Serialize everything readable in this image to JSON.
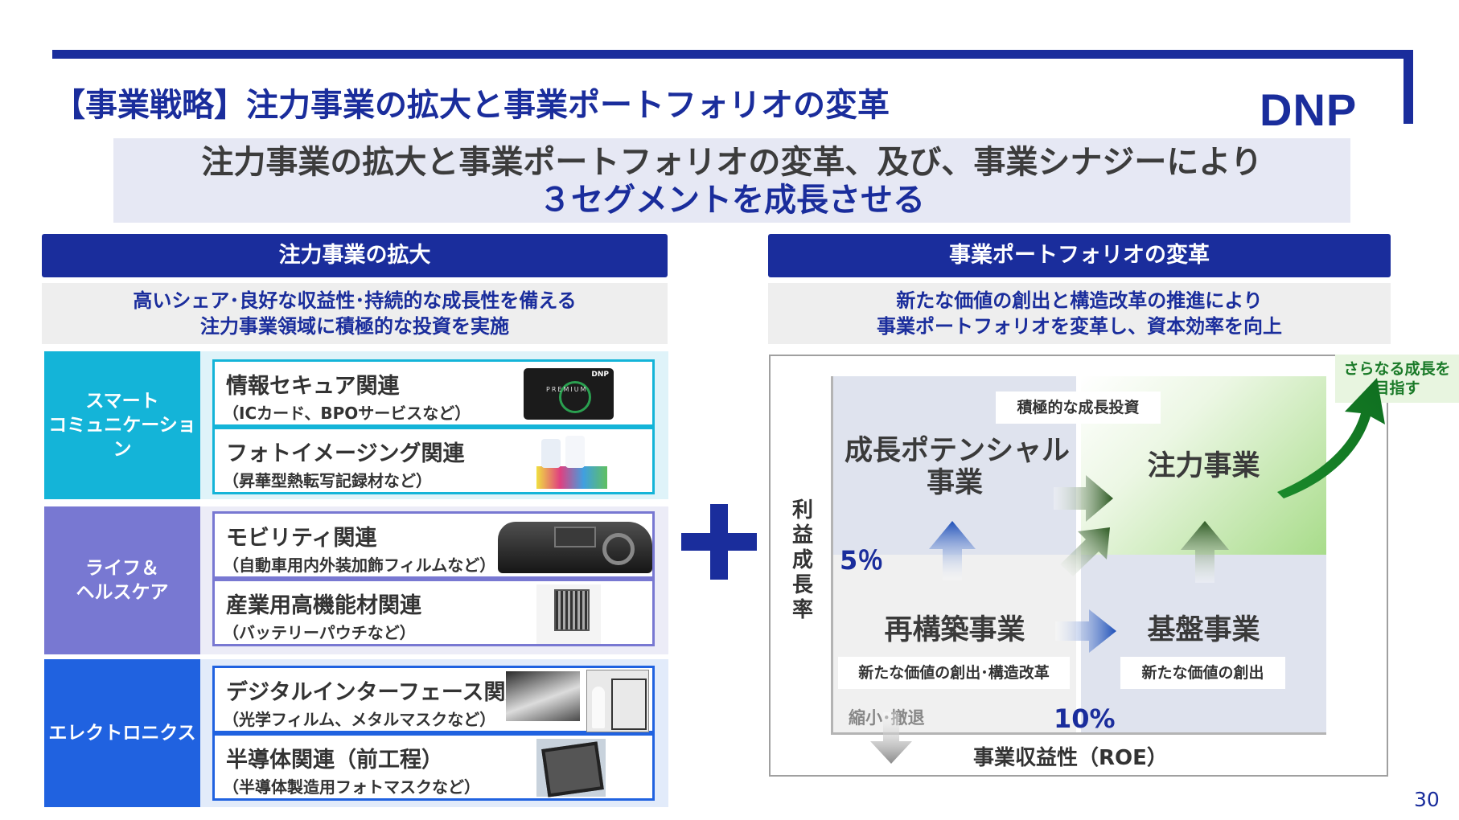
{
  "header": {
    "title": "【事業戦略】注力事業の拡大と事業ポートフォリオの変革",
    "logo": "DNP"
  },
  "headline": {
    "line1": "注力事業の拡大と事業ポートフォリオの変革、及び、事業シナジーにより",
    "line2": "３セグメントを成長させる"
  },
  "left": {
    "heading": "注力事業の拡大",
    "subtitle_line1": "高いシェア･良好な収益性･持続的な成長性を備える",
    "subtitle_line2": "注力事業領域に積極的な投資を実施",
    "segments": [
      {
        "name_line1": "スマート",
        "name_line2": "コミュニケーション",
        "items": [
          {
            "title": "情報セキュア関連",
            "sub": "（ICカード、BPOサービスなど）"
          },
          {
            "title": "フォトイメージング関連",
            "sub": "（昇華型熱転写記録材など）"
          }
        ]
      },
      {
        "name_line1": "ライフ＆",
        "name_line2": "ヘルスケア",
        "items": [
          {
            "title": "モビリティ関連",
            "sub": "（自動車用内外装加飾フィルムなど）"
          },
          {
            "title": "産業用高機能材関連",
            "sub": "（バッテリーパウチなど）"
          }
        ]
      },
      {
        "name_line1": "エレクトロニクス",
        "name_line2": "",
        "items": [
          {
            "title": "デジタルインターフェース関連",
            "sub": "（光学フィルム、メタルマスクなど）"
          },
          {
            "title": "半導体関連（前工程）",
            "sub": "（半導体製造用フォトマスクなど）"
          }
        ]
      }
    ],
    "card_logo": "DNP",
    "card_text": "PREMIUM"
  },
  "right": {
    "heading": "事業ポートフォリオの変革",
    "subtitle_line1": "新たな価値の創出と構造改革の推進により",
    "subtitle_line2": "事業ポートフォリオを変革し、資本効率を向上",
    "matrix": {
      "growth_potential_line1": "成長ポテンシャル",
      "growth_potential_line2": "事業",
      "focus": "注力事業",
      "rebuild": "再構築事業",
      "base": "基盤事業",
      "tag_invest": "積極的な成長投資",
      "tag_rebuild": "新たな価値の創出･構造改革",
      "tag_base": "新たな価値の創出",
      "tag_more_line1": "さらなる成長を",
      "tag_more_line2": "目指す",
      "y_threshold": "5％",
      "x_threshold": "10%",
      "shrink": "縮小･撤退",
      "y_axis": "利益成長率",
      "x_axis": "事業収益性（ROE）"
    }
  },
  "page_number": "30",
  "colors": {
    "brand": "#1a2d9c",
    "smart": "#14b4d8",
    "life": "#7878d2",
    "elec": "#2062e0",
    "green": "#1a8a2a"
  }
}
